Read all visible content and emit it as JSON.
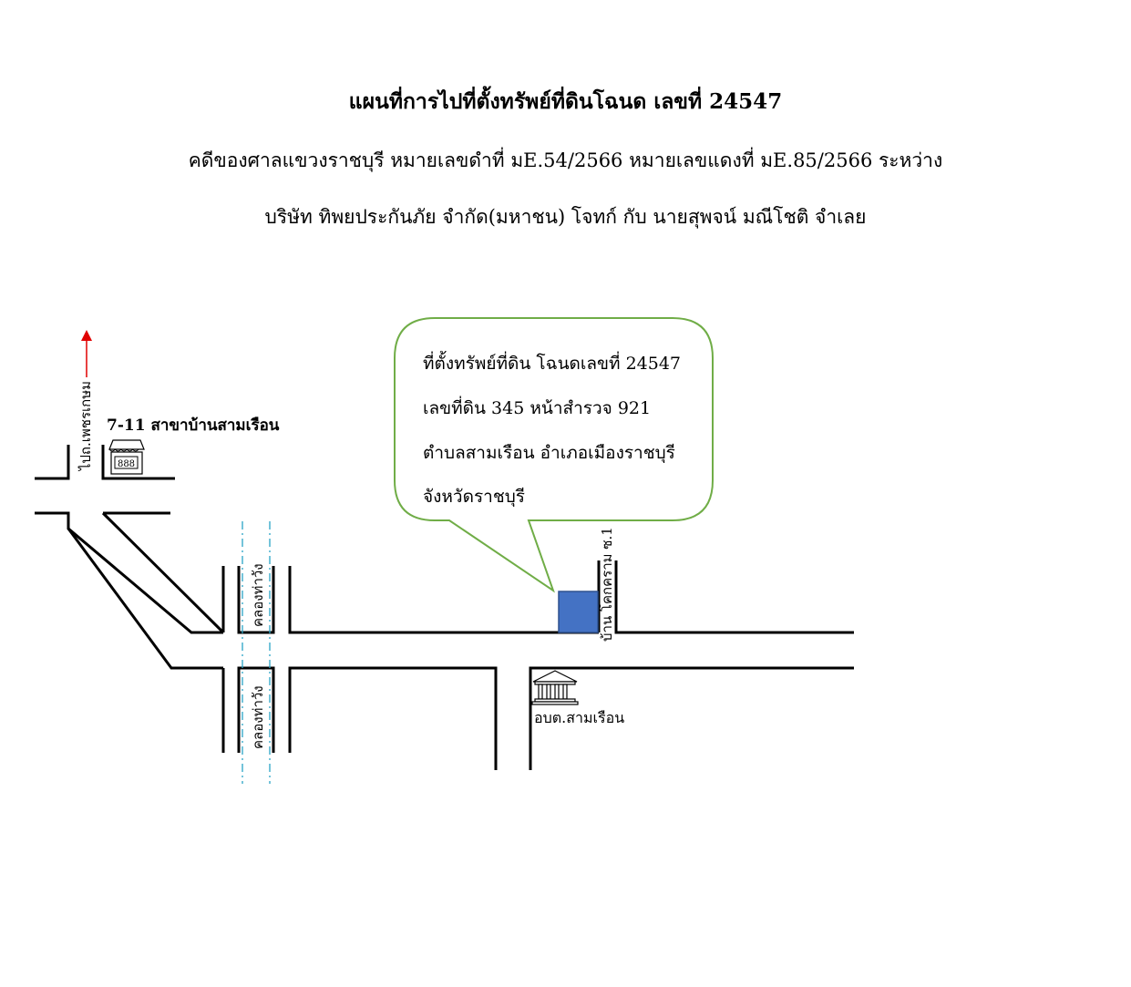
{
  "header": {
    "title": "แผนที่การไปที่ตั้งทรัพย์ที่ดินโฉนด เลขที่ 24547",
    "case_line": "คดีของศาลแขวงราชบุรี  หมายเลขดำที่ มE.54/2566  หมายเลขแดงที่ มE.85/2566   ระหว่าง",
    "parties_line": "บริษัท ทิพยประกันภัย จำกัด(มหาชน) โจทก์ กับ นายสุพจน์  มณีโชติ จำเลย"
  },
  "callout": {
    "lines": [
      "ที่ตั้งทรัพย์ที่ดิน โฉนดเลขที่ 24547",
      "เลขที่ดิน 345 หน้าสำรวจ 921",
      "ตำบลสามเรือน อำเภอเมืองราชบุรี",
      "จังหวัดราชบุรี"
    ],
    "border_color": "#70ad47"
  },
  "labels": {
    "to_phetkasem": "ไปถ.เพชรเกษม",
    "seven_eleven": "7-11 สาขาบ้านสามเรือน",
    "store_sign": "888",
    "canal_upper": "คลองท่าวัง",
    "canal_lower": "คลองท่าวัง",
    "soi": "บ้าน โคกคราม ซ.1",
    "sao": "อบต.สามเรือน"
  },
  "colors": {
    "property": "#4472c4",
    "arrow": "#e00000",
    "canal": "#29a3c6"
  },
  "icons": [
    "store-icon",
    "government-building-icon",
    "north-arrow-icon"
  ]
}
